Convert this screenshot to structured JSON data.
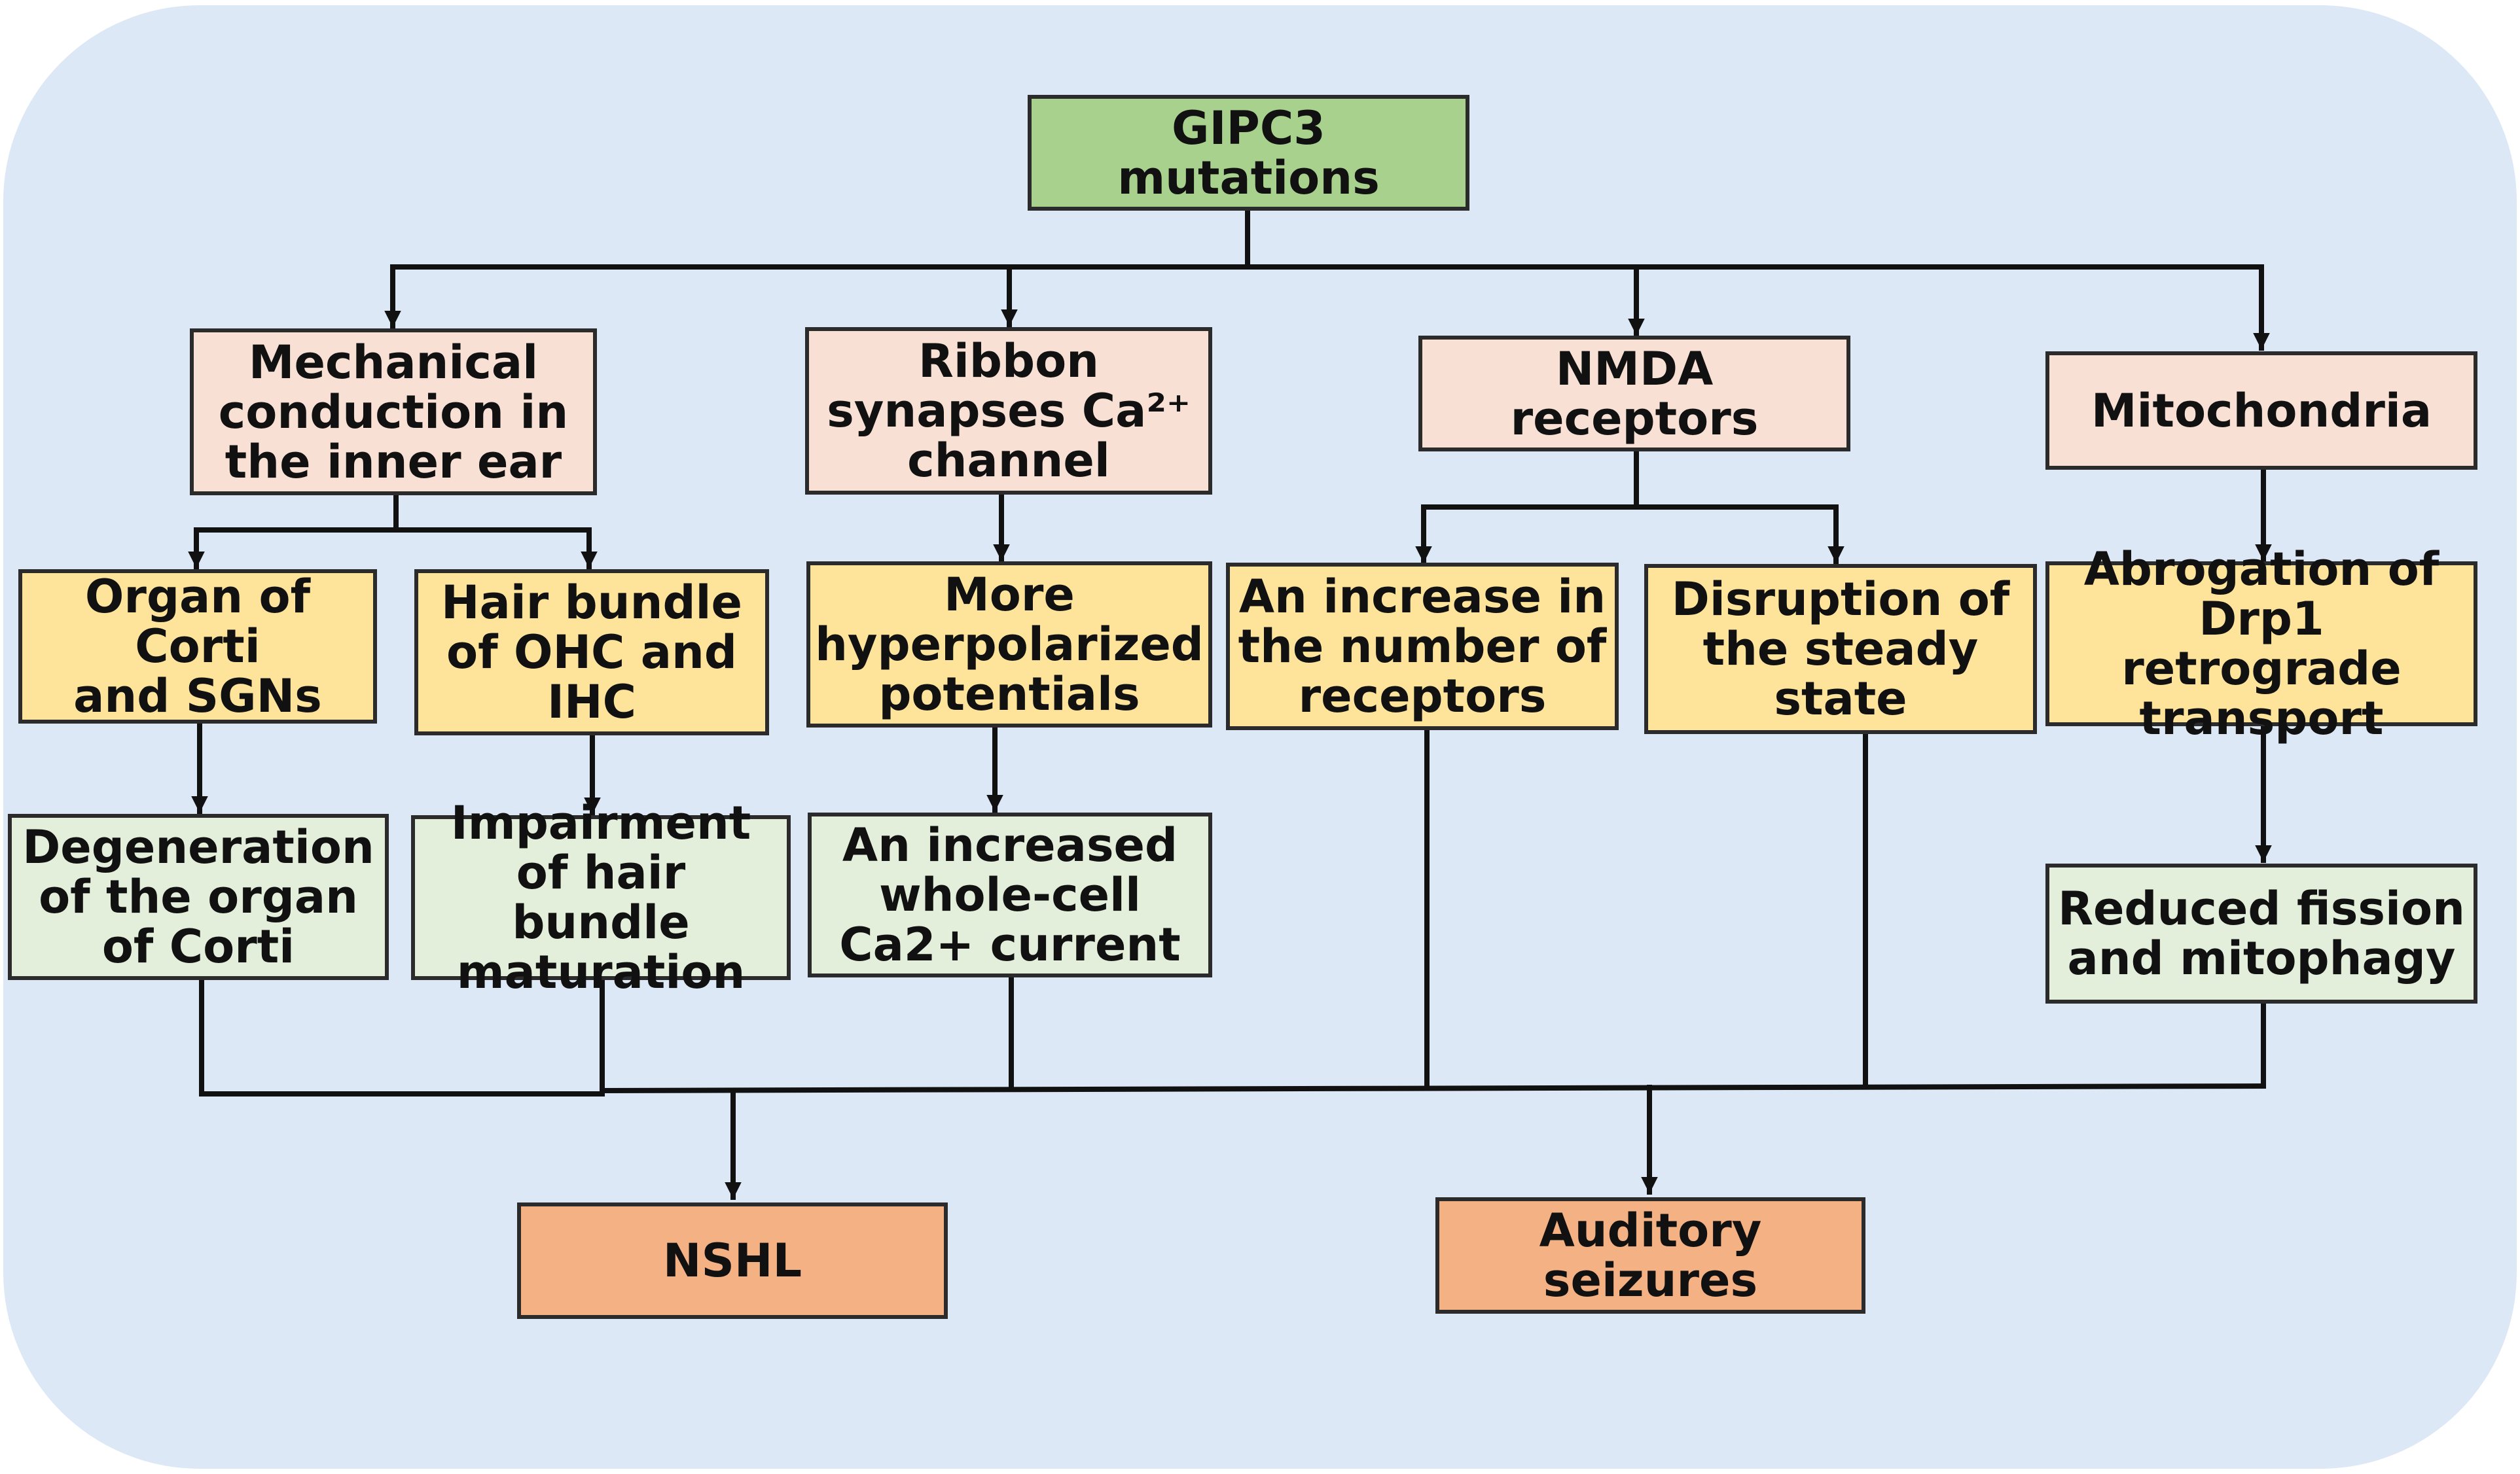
{
  "diagram": {
    "root": "GIPC3 mutations",
    "level1": {
      "mechanical": "Mechanical\nconduction in\nthe inner ear",
      "ribbon": "Ribbon\nsynapses Ca²⁺\nchannel",
      "nmda": "NMDA\nreceptors",
      "mito": "Mitochondria"
    },
    "level2": {
      "organ": "Organ of\nCorti\nand SGNs",
      "hair": "Hair bundle\nof OHC and\nIHC",
      "hyper": "More\nhyperpolarized\npotentials",
      "increase": "An increase in\nthe number of\nreceptors",
      "disruption": "Disruption of\nthe steady\nstate",
      "abrogation": "Abrogation of\nDrp1 retrograde\ntransport"
    },
    "level3": {
      "degeneration": "Degeneration\nof the organ\nof Corti",
      "impairment": "Impairment\nof hair bundle\nmaturation",
      "current": "An increased\nwhole-cell\nCa2+ current",
      "fission": "Reduced fission\nand mitophagy"
    },
    "outcomes": {
      "nshl": "NSHL",
      "seizures": "Auditory\nseizures"
    },
    "colors": {
      "background": "#dce8f5",
      "root": "#a9d18e",
      "level1": "#f8e0d4",
      "level2": "#fde49a",
      "level3": "#e3efdb",
      "outcome": "#f4b183"
    }
  }
}
